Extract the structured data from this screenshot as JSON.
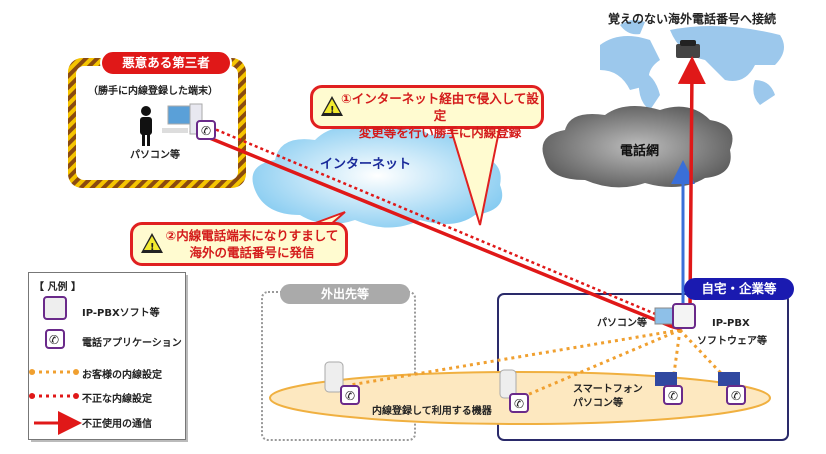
{
  "top_note": "覚えのない海外電話番号へ接続",
  "attacker": {
    "title": "悪意ある第三者",
    "subtitle": "（勝手に内線登録した端末）",
    "device_label": "パソコン等"
  },
  "clouds": {
    "internet": "インターネット",
    "phone_network": "電話網"
  },
  "callouts": [
    {
      "number": "①",
      "line1": "インターネット経由で侵入して設定",
      "line2": "変更等を行い勝手に内線登録"
    },
    {
      "number": "②",
      "line1": "内線電話端末になりすまして",
      "line2": "海外の電話番号に発信"
    }
  ],
  "legend": {
    "title": "【 凡例 】",
    "items": [
      "IP-PBXソフト等",
      "電話アプリケーション",
      "お客様の内線設定",
      "不正な内線設定",
      "不正使用の通信"
    ]
  },
  "outside": {
    "title": "外出先等"
  },
  "home": {
    "title": "自宅・企業等",
    "pc_label": "パソコン等",
    "pbx_label_1": "IP-PBX",
    "pbx_label_2": "ソフトウェア等",
    "devices_label_1": "スマートフォン",
    "devices_label_2": "パソコン等"
  },
  "registered_devices": "内線登録して利用する機器",
  "colors": {
    "red": "#e01818",
    "orange": "#f0a030",
    "blue": "#3a6fd8",
    "navy": "#1a1aa0",
    "purple": "#6a2a8a"
  }
}
